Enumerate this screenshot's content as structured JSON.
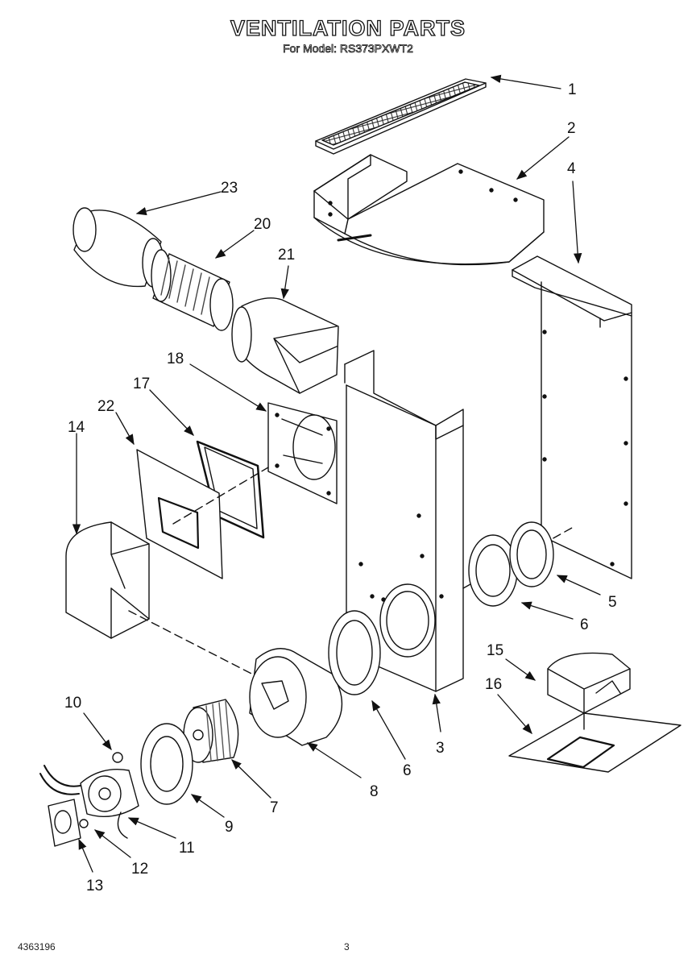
{
  "header": {
    "title": "VENTILATION PARTS",
    "subtitle": "For Model: RS373PXWT2"
  },
  "callouts": [
    "1",
    "2",
    "3",
    "4",
    "5",
    "6",
    "6",
    "7",
    "8",
    "9",
    "10",
    "11",
    "12",
    "13",
    "14",
    "15",
    "16",
    "17",
    "18",
    "20",
    "21",
    "22",
    "23"
  ],
  "footer": {
    "doc_number": "4363196",
    "page_number": "3"
  },
  "colors": {
    "line": "#111111",
    "paper": "#ffffff",
    "shade": "#999999"
  }
}
